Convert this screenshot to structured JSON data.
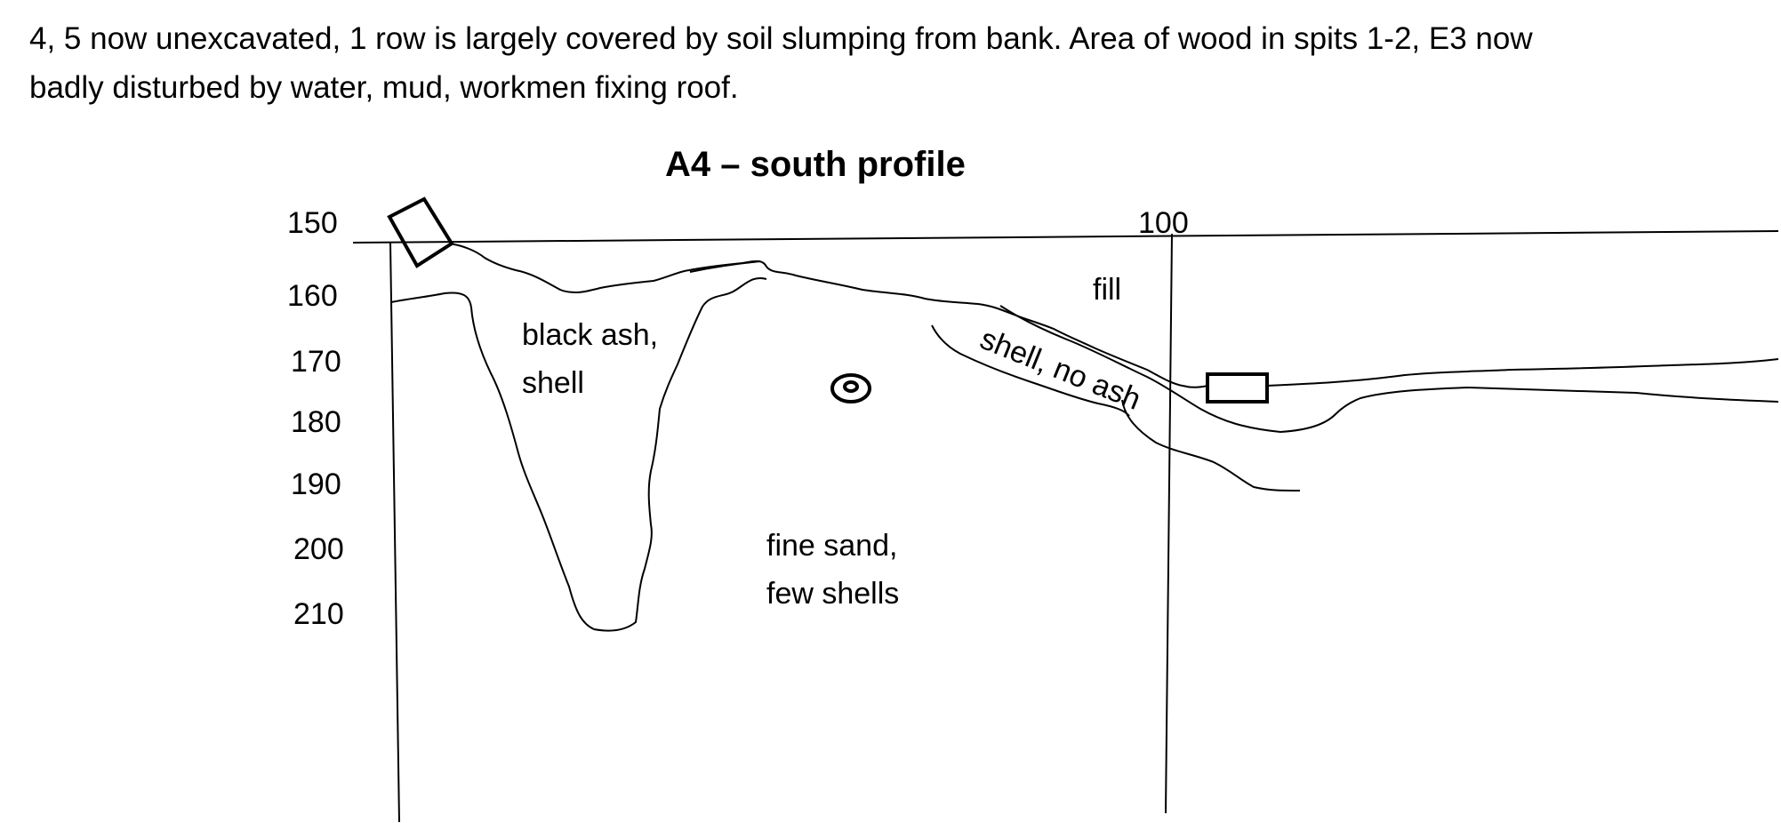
{
  "intro": {
    "line1": "4, 5 now unexcavated, 1 row is largely covered by soil slumping from bank. Area of wood in spits 1-2, E3 now",
    "line2": "badly disturbed by water, mud, workmen fixing roof."
  },
  "diagram": {
    "title": "A4 – south profile",
    "depth_labels": [
      "150",
      "160",
      "170",
      "180",
      "190",
      "200",
      "210"
    ],
    "column_label": "100",
    "layers": {
      "fill": "fill",
      "black_ash_1": "black ash,",
      "black_ash_2": "shell",
      "shell_no_ash": "shell, no ash",
      "fine_sand_1": "fine sand,",
      "fine_sand_2": "few shells"
    }
  }
}
